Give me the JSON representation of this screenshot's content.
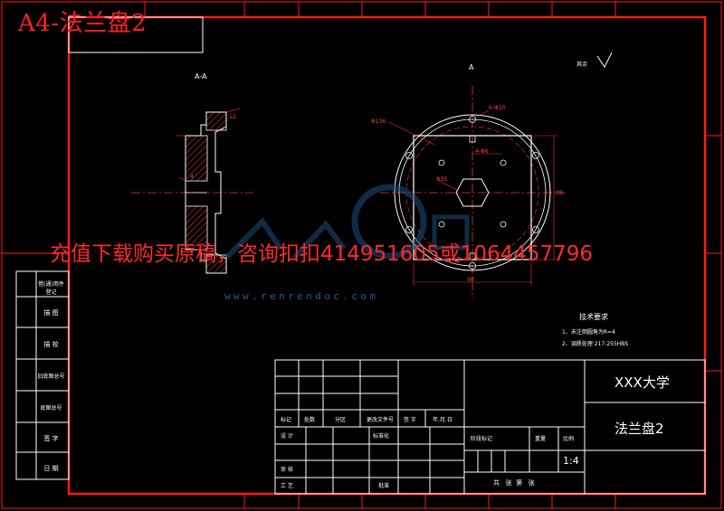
{
  "sheet": {
    "size_label": "A4-法兰盘2",
    "view_section_label": "A-A",
    "view_a_label": "A",
    "roughness_note": "其余"
  },
  "dimensions": {
    "outer_dia": "Φ136",
    "hole_circle": "6-Φ10",
    "small_holes": "4-Φ6",
    "center_bore": "Φ35",
    "right_height": "98",
    "bottom_width": "98",
    "section_dim_1": "12",
    "section_dim_2": "4"
  },
  "tech_requirements": {
    "title": "技术要求",
    "items": [
      "1、未注倒圆角为R=4",
      "2、调质处理 217-255HBS"
    ]
  },
  "watermark": {
    "promo": "充值下载购买原稿，咨询扣扣414951605或1064457796",
    "url": "www.renrendoc.com"
  },
  "side_table": [
    "借(通)用件登记",
    "描  图",
    "描  校",
    "旧底图总号",
    "底图总号",
    "签  字",
    "日  期"
  ],
  "title_block": {
    "university": "XXX大学",
    "drawing_name": "法兰盘2",
    "scale": "1:4",
    "header_row": [
      "标记",
      "处数",
      "分区",
      "更改文件号",
      "签 字",
      "年.月.日"
    ],
    "design": "设 计",
    "standardize": "标准化",
    "review": "审 核",
    "process": "工 艺",
    "approve": "批准",
    "stage_mark": "阶段标记",
    "weight": "重量",
    "ratio": "比例",
    "sheets": "共   张  第   张"
  },
  "colors": {
    "frame": "#ff1a1a",
    "line": "#ffffff",
    "dimension": "#ff3030",
    "watermark_blue": "#1f4f7f",
    "hatch": "#ff3a3a"
  }
}
